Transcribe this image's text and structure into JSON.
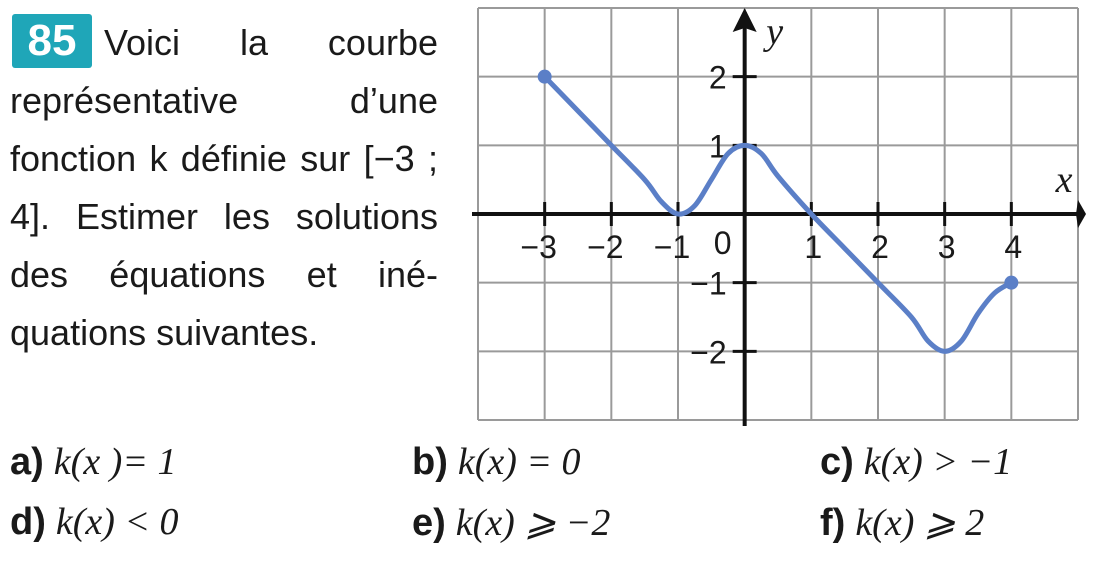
{
  "exercise": {
    "number": "85",
    "statement": "Voici la courbe représentative d’une fonction k définie sur [−3 ; 4]. Estimer les solutions des équations et iné-quations suivantes."
  },
  "questions": [
    {
      "label": "a)",
      "expr": "k(x )= 1"
    },
    {
      "label": "b)",
      "expr": "k(x) = 0"
    },
    {
      "label": "c)",
      "expr": "k(x) > −1"
    },
    {
      "label": "d)",
      "expr": "k(x) < 0"
    },
    {
      "label": "e)",
      "expr": "k(x) ⩾ −2"
    },
    {
      "label": "f)",
      "expr": "k(x) ⩾ 2"
    }
  ],
  "chart_data": {
    "type": "line",
    "xlabel": "x",
    "ylabel": "y",
    "xlim": [
      -4,
      5
    ],
    "ylim": [
      -3,
      3
    ],
    "x_ticks": [
      -3,
      -2,
      -1,
      1,
      2,
      3,
      4
    ],
    "x_tick_labels": [
      "−3",
      "−2",
      "−1",
      "1",
      "2",
      "3",
      "4"
    ],
    "y_ticks": [
      2,
      1,
      -1,
      -2
    ],
    "y_tick_labels": [
      "2",
      "1",
      "−1",
      "−2"
    ],
    "origin_label": "0",
    "grid": true,
    "line_color": "#5b7fc7",
    "series": [
      {
        "x": [
          -3,
          -2.5,
          -2,
          -1.5,
          -1.25,
          -1,
          -0.75,
          -0.5,
          -0.25,
          0,
          0.25,
          0.5,
          1,
          1.5,
          2,
          2.5,
          2.75,
          3,
          3.25,
          3.5,
          3.75,
          4
        ],
        "y": [
          2,
          1.5,
          1,
          0.5,
          0.18,
          0,
          0.12,
          0.5,
          0.88,
          1,
          0.88,
          0.55,
          0,
          -0.5,
          -1,
          -1.5,
          -1.85,
          -2,
          -1.85,
          -1.45,
          -1.15,
          -1
        ],
        "endpoints": [
          [
            -3,
            2
          ],
          [
            4,
            -1
          ]
        ]
      }
    ]
  }
}
